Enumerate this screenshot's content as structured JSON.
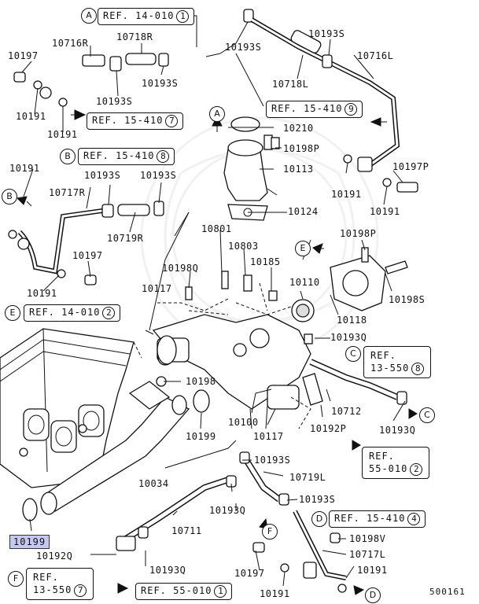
{
  "diagram_id": "500161",
  "highlight": "10199",
  "refs": [
    {
      "id": "ref-14-010-1",
      "callout": "A",
      "text": "REF. 14-010",
      "circled": "1"
    },
    {
      "id": "ref-15-410-7",
      "callout": "",
      "text": "REF. 15-410",
      "circled": "7"
    },
    {
      "id": "ref-15-410-8",
      "callout": "B",
      "text": "REF. 15-410",
      "circled": "8"
    },
    {
      "id": "ref-15-410-9",
      "callout": "",
      "text": "REF. 15-410",
      "circled": "9"
    },
    {
      "id": "ref-14-010-2",
      "callout": "E",
      "text": "REF. 14-010",
      "circled": "2"
    },
    {
      "id": "ref-13-550-8",
      "callout": "C",
      "line1": "REF.",
      "line2": "13-550",
      "circled": "8"
    },
    {
      "id": "ref-55-010-2",
      "callout": "",
      "line1": "REF.",
      "line2": "55-010",
      "circled": "2"
    },
    {
      "id": "ref-15-410-4",
      "callout": "D",
      "text": "REF. 15-410",
      "circled": "4"
    },
    {
      "id": "ref-13-550-7",
      "callout": "F",
      "line1": "REF.",
      "line2": "13-550",
      "circled": "7"
    },
    {
      "id": "ref-55-010-1",
      "callout": "",
      "text": "REF. 55-010",
      "circled": "1"
    }
  ],
  "part_labels": [
    "10197",
    "10716R",
    "10718R",
    "10193S",
    "10193S",
    "10191",
    "10193S",
    "10191",
    "10191",
    "10193S",
    "10193S",
    "10717R",
    "10719R",
    "10197",
    "10191",
    "10193S",
    "10718L",
    "10716L",
    "10210",
    "10198P",
    "10113",
    "10191",
    "10197P",
    "10124",
    "10191",
    "10801",
    "10803",
    "10185",
    "10198Q",
    "10117",
    "10110",
    "10198P",
    "10198S",
    "10118",
    "10193Q",
    "10198",
    "10199",
    "10100",
    "10117",
    "10712",
    "10192P",
    "10193Q",
    "10193S",
    "10719L",
    "10193S",
    "10034",
    "10711",
    "10193Q",
    "10198V",
    "10717L",
    "10192Q",
    "10193Q",
    "10197",
    "10191",
    "10191",
    "10199"
  ],
  "callouts": [
    "A",
    "B",
    "C",
    "D",
    "E",
    "F"
  ]
}
